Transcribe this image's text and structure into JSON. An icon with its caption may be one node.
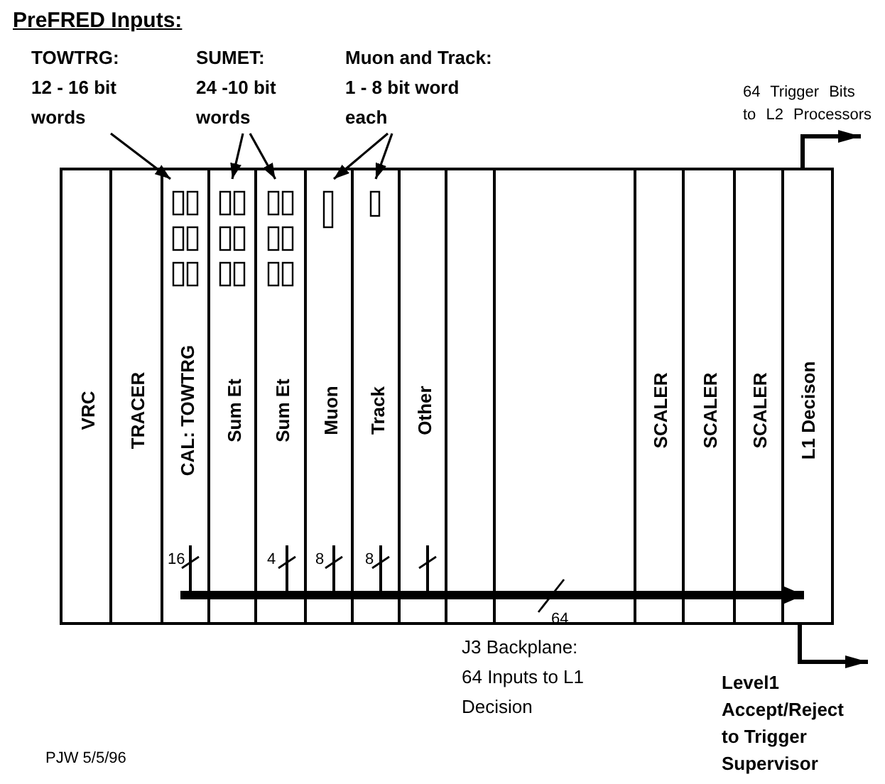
{
  "diagram": {
    "title": "PreFRED Inputs:",
    "nodes": [
      {
        "text": [
          "TOWTRG:",
          "12 - 16 bit words"
        ]
      },
      {
        "text": [
          "SUMET:",
          "24 -10 bit words"
        ]
      },
      {
        "text": [
          "Muon and Track:",
          "1 - 8 bit word each"
        ]
      },
      {
        "text": [],
        "shape": "box"
      },
      {
        "text": [
          "VRC"
        ],
        "in": 3
      },
      {
        "text": [
          "TRACER"
        ],
        "in": 3
      },
      {
        "text": [
          "CAL: TOWTRG"
        ],
        "in": 3
      },
      {
        "text": [
          "Sum Et"
        ],
        "in": 3
      },
      {
        "text": [
          "Sum Et"
        ],
        "in": 3
      },
      {
        "text": [
          "Muon"
        ],
        "in": 3
      },
      {
        "text": [
          "Track"
        ],
        "in": 3
      },
      {
        "text": [
          "Other"
        ],
        "in": 3
      },
      {
        "text": [],
        "shape": "box",
        "in": 3
      },
      {
        "text": [],
        "shape": "box",
        "in": 3
      },
      {
        "text": [
          "SCALER"
        ],
        "in": 3
      },
      {
        "text": [
          "SCALER"
        ],
        "in": 3
      },
      {
        "text": [
          "SCALER"
        ],
        "in": 3
      },
      {
        "text": [
          "L1 Decison"
        ],
        "in": 3
      },
      {
        "text": [],
        "shape": "bar",
        "in": 3
      }
    ],
    "edges": [
      {
        "from": 0,
        "to": 6,
        "arrow": "to"
      },
      {
        "from": 1,
        "to": 7,
        "arrow": "to"
      },
      {
        "from": 1,
        "to": 8,
        "arrow": "to"
      },
      {
        "from": 2,
        "to": 9,
        "arrow": "to"
      },
      {
        "from": 2,
        "to": 10,
        "arrow": "to"
      },
      {
        "from": 6,
        "to": 18,
        "arrow": "none",
        "label": "16"
      },
      {
        "from": 8,
        "to": 18,
        "arrow": "none",
        "label": "4"
      },
      {
        "from": 9,
        "to": 18,
        "arrow": "none",
        "label": "8"
      },
      {
        "from": 10,
        "to": 18,
        "arrow": "none",
        "label": "8"
      },
      {
        "from": 11,
        "to": 18,
        "arrow": "none"
      },
      {
        "from": 18,
        "to": 17,
        "arrow": "to",
        "style": "thick"
      },
      {
        "from": 17,
        "to": null,
        "arrow": "to",
        "label": "64 Trigger Bits to L2 Processors"
      },
      {
        "from": 17,
        "to": null,
        "arrow": "to",
        "label": "Level1 Accept/Reject to Trigger Supervisor"
      }
    ],
    "labels": [
      "64",
      "J3 Backplane: 64 Inputs to L1 Decision",
      "PJW 5/5/96"
    ]
  }
}
